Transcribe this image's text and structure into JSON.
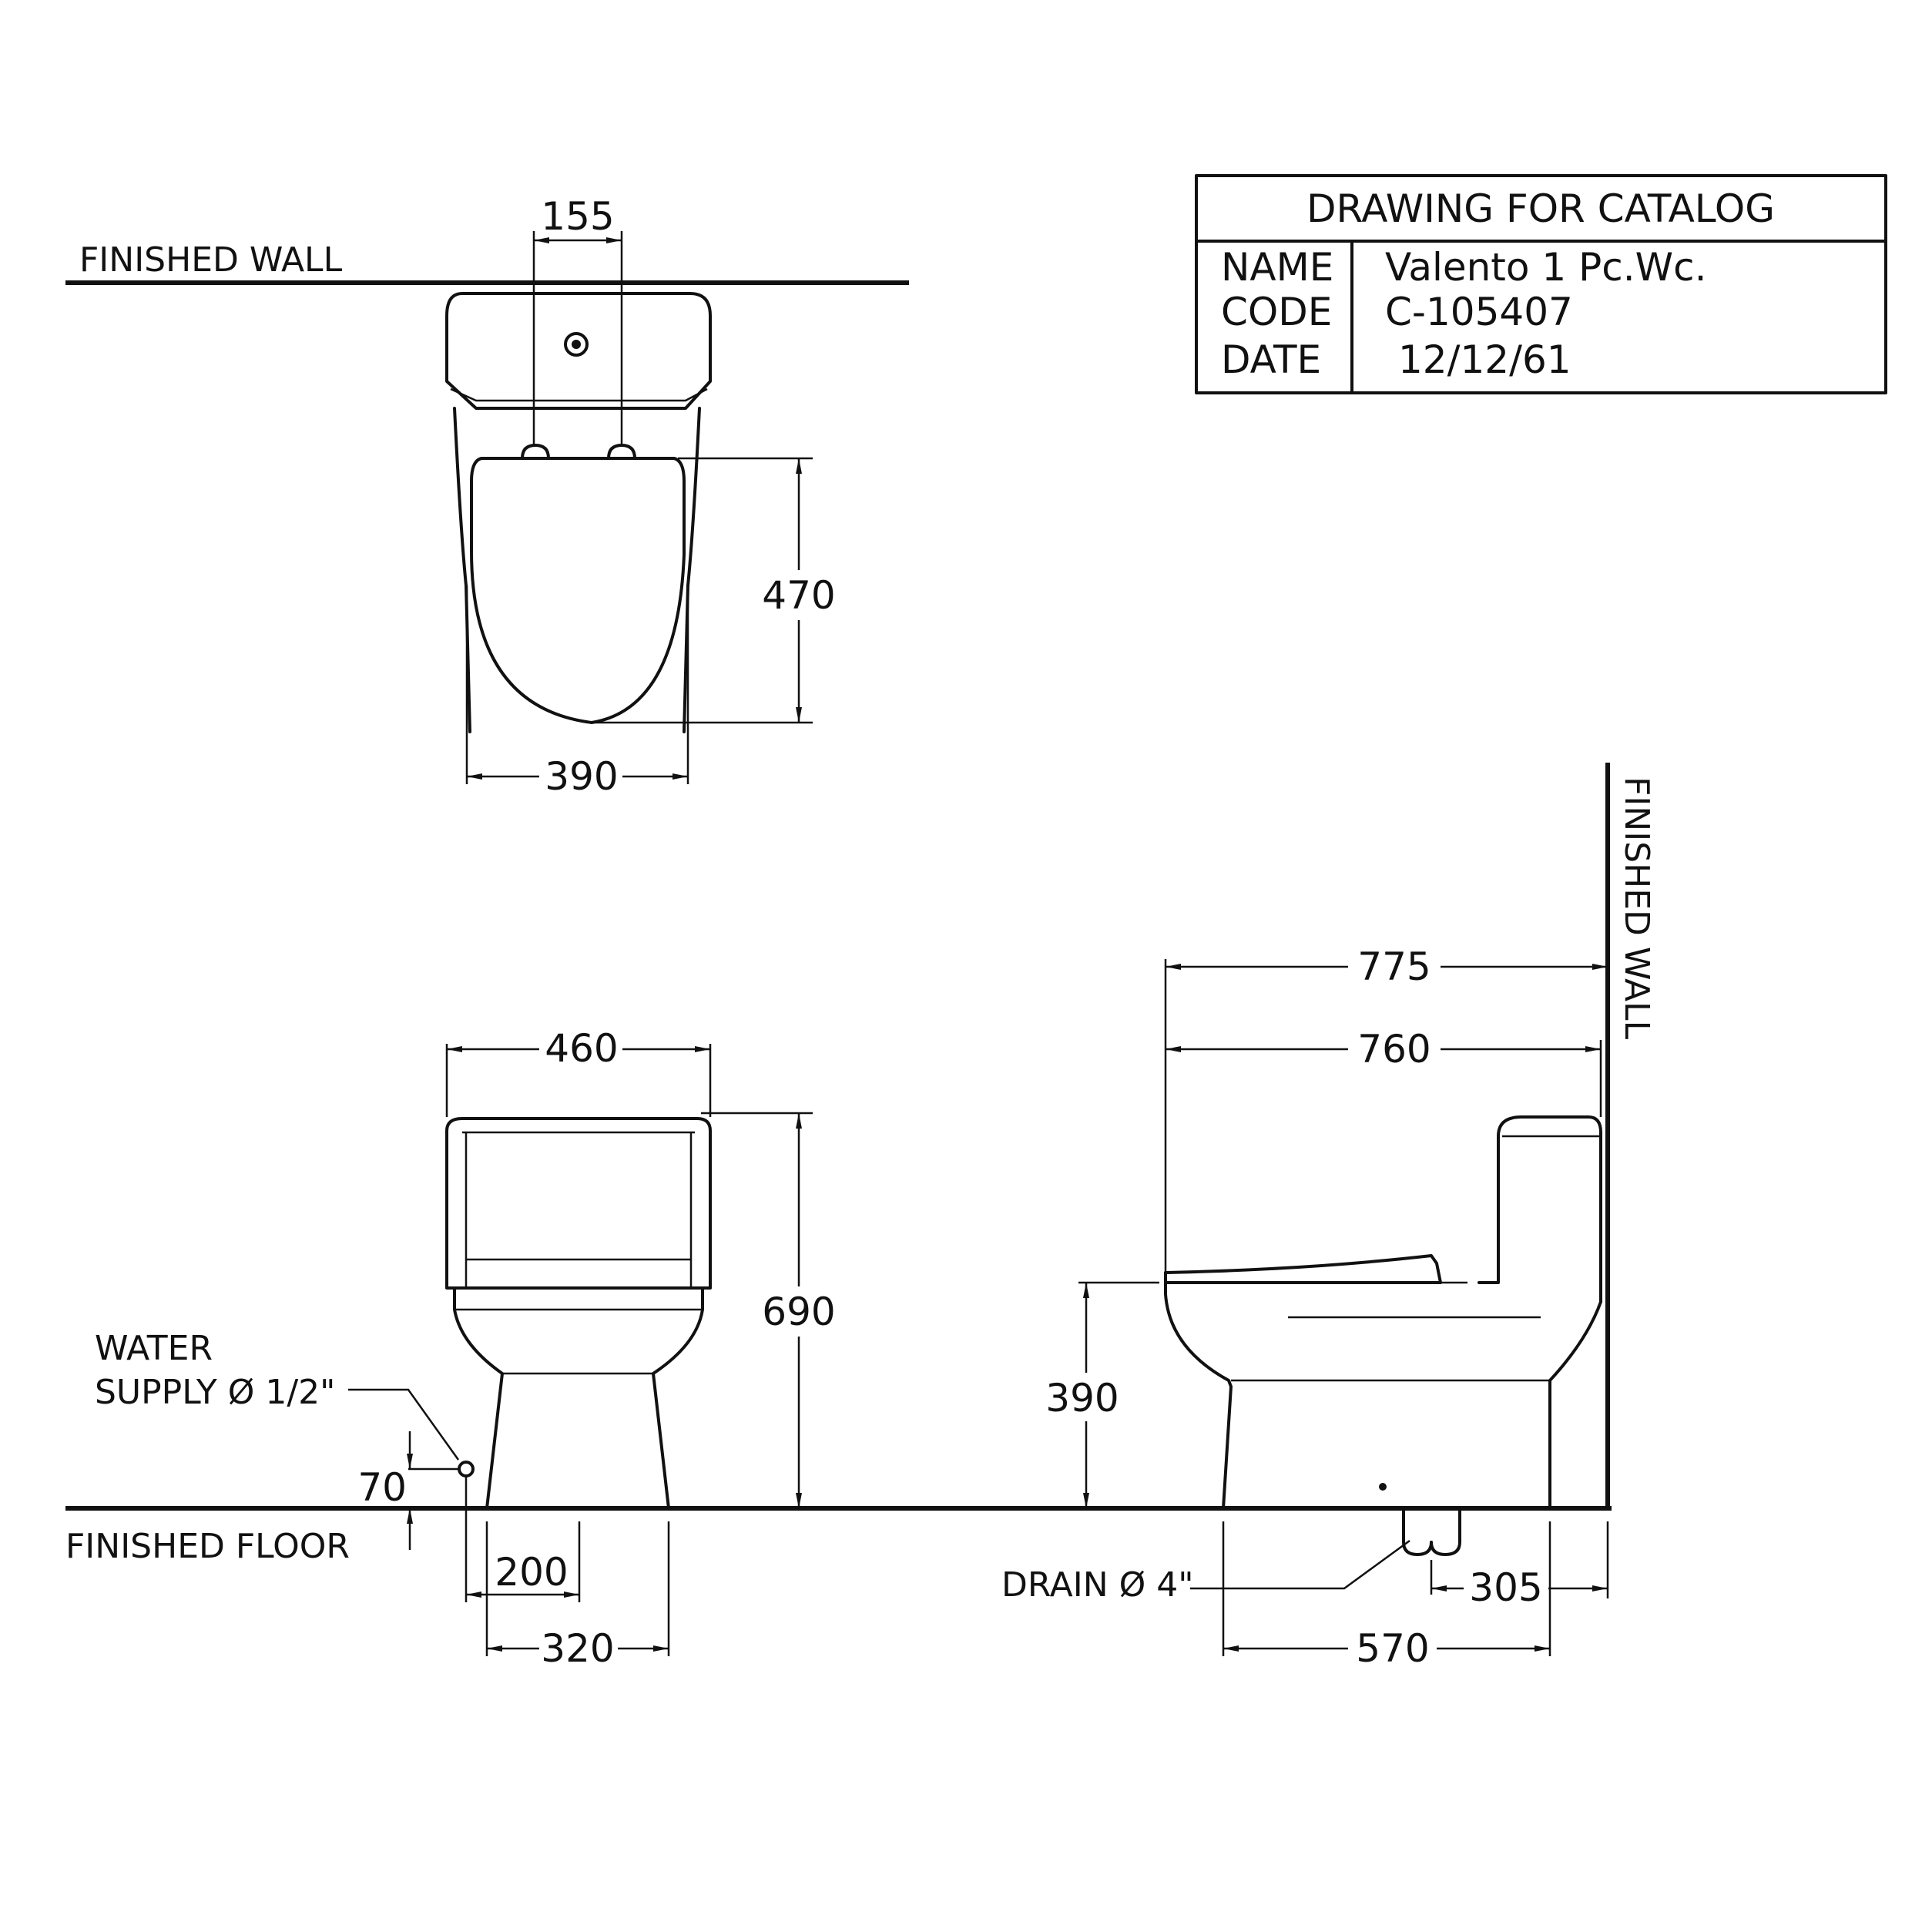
{
  "title_block": {
    "heading": "DRAWING FOR CATALOG",
    "rows": [
      {
        "label": "NAME",
        "value": "Valento 1 Pc.Wc."
      },
      {
        "label": "CODE",
        "value": "C-105407"
      },
      {
        "label": "DATE",
        "value": "12/12/61"
      }
    ]
  },
  "labels": {
    "finished_wall_top": "FINISHED WALL",
    "finished_wall_side": "FINISHED WALL",
    "finished_floor": "FINISHED FLOOR",
    "water_supply_line1": "WATER",
    "water_supply_line2": "SUPPLY Ø 1/2\"",
    "drain": "DRAIN Ø 4\""
  },
  "dimensions": {
    "top_view": {
      "bolt_spacing": "155",
      "seat_depth": "470",
      "bowl_width": "390"
    },
    "front_view": {
      "tank_width": "460",
      "height": "690",
      "supply_height": "70",
      "supply_offset": "200",
      "base_width": "320"
    },
    "side_view": {
      "overall_depth": "775",
      "body_depth": "760",
      "seat_height": "390",
      "drain_offset": "305",
      "base_depth": "570"
    }
  }
}
